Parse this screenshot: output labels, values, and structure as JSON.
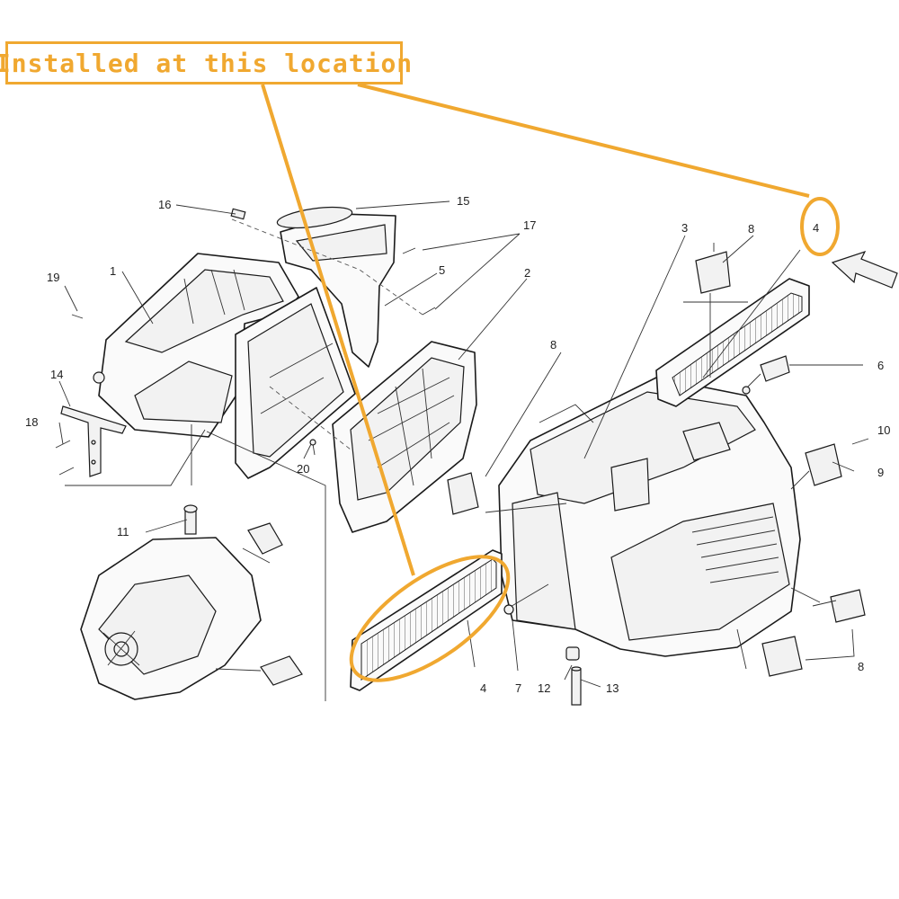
{
  "callout": {
    "text": "Installed at this location"
  },
  "colors": {
    "highlight": "#f0a830",
    "line": "#1a1a1a"
  },
  "labels": {
    "n1": "1",
    "n2": "2",
    "n3": "3",
    "n4a": "4",
    "n4b": "4",
    "n5": "5",
    "n6": "6",
    "n7": "7",
    "n8a": "8",
    "n8b": "8",
    "n8c": "8",
    "n9": "9",
    "n10": "10",
    "n11": "11",
    "n12": "12",
    "n13": "13",
    "n14": "14",
    "n15": "15",
    "n16": "16",
    "n17": "17",
    "n18": "18",
    "n19": "19",
    "n20": "20"
  },
  "icons": {
    "arrow": "direction-arrow-icon"
  }
}
